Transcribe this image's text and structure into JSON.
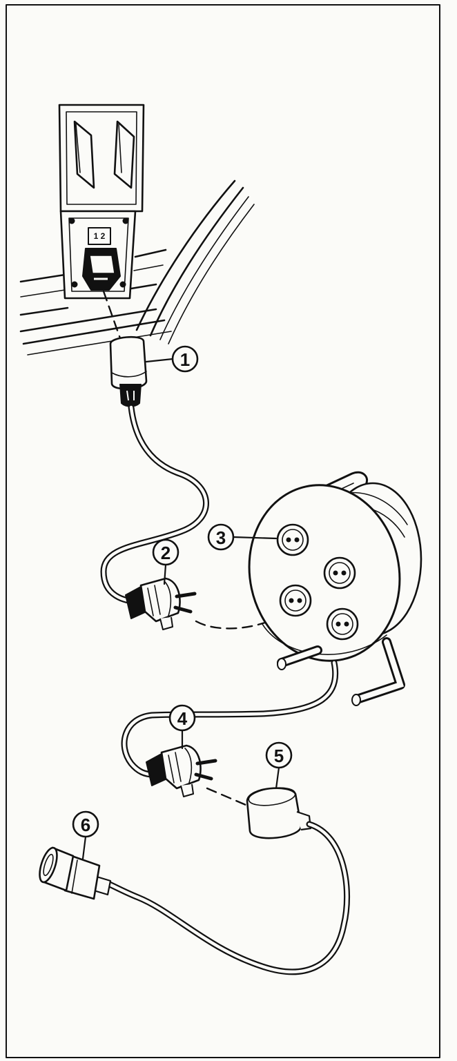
{
  "callouts": [
    {
      "id": "1",
      "label": "1"
    },
    {
      "id": "2",
      "label": "2"
    },
    {
      "id": "3",
      "label": "3"
    },
    {
      "id": "4",
      "label": "4"
    },
    {
      "id": "5",
      "label": "5"
    },
    {
      "id": "6",
      "label": "6"
    }
  ],
  "wall_socket_marking": "1 2",
  "colors": {
    "ink": "#111111",
    "paper": "#fbfbf8"
  }
}
